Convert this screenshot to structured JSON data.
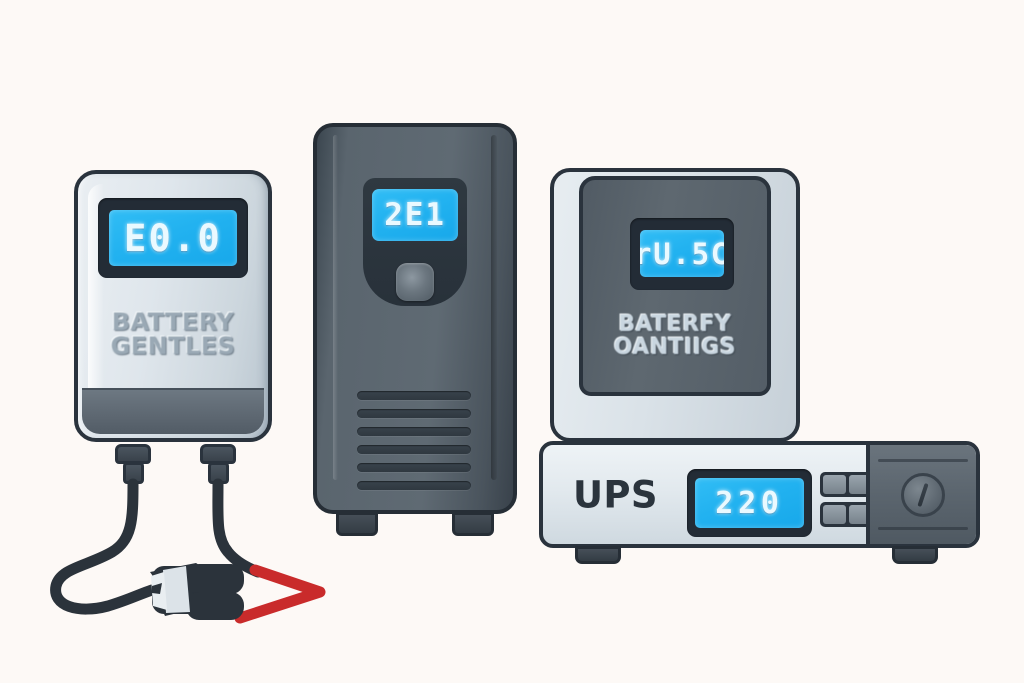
{
  "scene": {
    "background_color": "#FDF9F6",
    "title": "Battery tester and UPS units illustration"
  },
  "devices": {
    "battery_tester": {
      "name": "battery-tester",
      "display_value": "E0.0",
      "label_line1": "BATTERY",
      "label_line2": "GENTLES",
      "body_color": "#DFE6EC",
      "outline_color": "#2A333D",
      "lcd_color": "#22B2F0",
      "connector_count": 2,
      "clamps": [
        {
          "name": "black-clamp",
          "color": "#2B333B"
        },
        {
          "name": "red-lead",
          "color": "#C92B2B"
        }
      ]
    },
    "tower_ups": {
      "name": "tower-ups",
      "display_value": "2E1",
      "body_color": "#5A656E",
      "outline_color": "#262E36",
      "lcd_color": "#22B2F0",
      "vent_count": 6,
      "button": "power-button",
      "foot_count": 2
    },
    "stacked_ups": {
      "name": "stacked-ups",
      "top_display_value": "rU.5C",
      "top_label_line1": "BATERFY",
      "top_label_line2": "OANTIIGS",
      "base_label": "UPS",
      "base_display_value": "220",
      "body_color": "#E2E9EE",
      "inner_panel_color": "#5E6870",
      "outline_color": "#2A333D",
      "lcd_color": "#22B2F0",
      "button_count": 4,
      "knob": "rotary-knob",
      "foot_count": 2
    }
  }
}
